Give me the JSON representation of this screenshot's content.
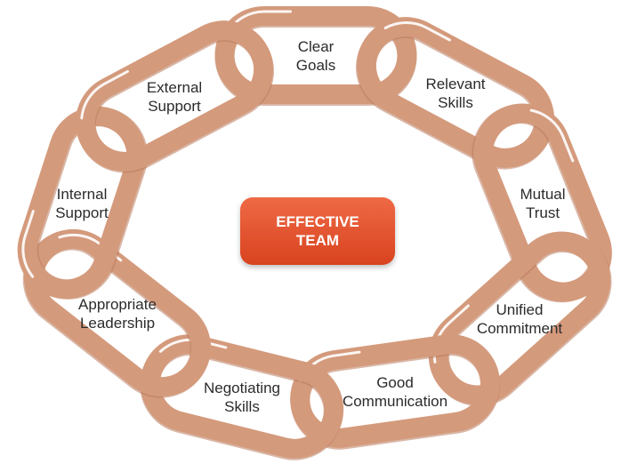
{
  "diagram": {
    "center": {
      "line1": "EFFECTIVE",
      "line2": "TEAM"
    },
    "links": [
      {
        "id": "clear-goals",
        "line1": "Clear",
        "line2": "Goals"
      },
      {
        "id": "relevant-skills",
        "line1": "Relevant",
        "line2": "Skills"
      },
      {
        "id": "mutual-trust",
        "line1": "Mutual",
        "line2": "Trust"
      },
      {
        "id": "unified-commitment",
        "line1": "Unified",
        "line2": "Commitment"
      },
      {
        "id": "good-communication",
        "line1": "Good",
        "line2": "Communication"
      },
      {
        "id": "negotiating-skills",
        "line1": "Negotiating",
        "line2": "Skills"
      },
      {
        "id": "appropriate-leadership",
        "line1": "Appropriate",
        "line2": "Leadership"
      },
      {
        "id": "internal-support",
        "line1": "Internal",
        "line2": "Support"
      },
      {
        "id": "external-support",
        "line1": "External",
        "line2": "Support"
      }
    ],
    "colors": {
      "chain": "#d49a7c",
      "chain_shadow": "#b97b5e",
      "highlight": "#ffffff",
      "center_fill": "#e2502f",
      "center_text": "#ffffff",
      "label_text": "#2b2b2b"
    }
  }
}
